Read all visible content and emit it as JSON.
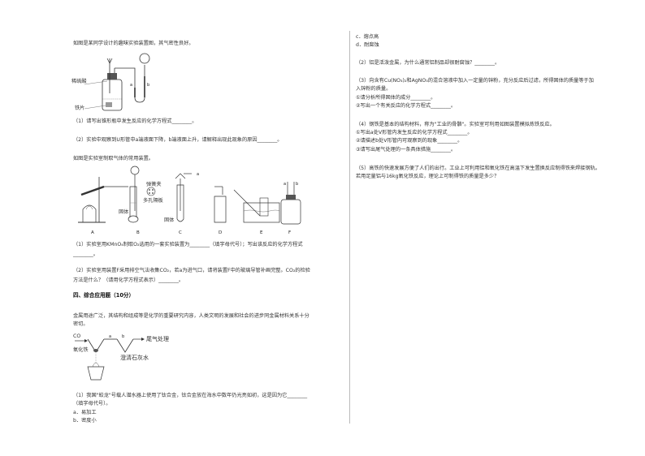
{
  "left": {
    "intro1": "如图是某同学设计的趣味实验装置图，其气密性良好。",
    "fig1": {
      "label_acid": "稀硫酸",
      "label_iron": "铁片",
      "label_a": "a",
      "label_b": "b"
    },
    "q1": "（1）请写出锥形瓶中发生反应的化学方程式________。",
    "q2": "（2）实验中观察到U形管中a端液面下降，b端液面上升，请解释出现此现象的原因________。",
    "intro2": "如图是实验室制取气体的常用装置。",
    "fig2": {
      "label_clamp": "弹簧夹",
      "label_plate": "多孔隔板",
      "label_solid": "固体",
      "label_solid2": "固体",
      "label_a": "a",
      "label_b": "b",
      "letters": [
        "A",
        "B",
        "C",
        "D",
        "E",
        "F"
      ]
    },
    "q3_line1": "（1）实验室用KMnO₄制取O₂选用的一套实验装置为________（填字母代号）；写出该反应的化学方程式",
    "q3_line2": "________。",
    "q4_line1": "（2）实验室用装置F采用排空气法收集CO₂，若a为进气口，请将装置F中的玻璃导管补画完整。CO₂的检验",
    "q4_line2": "方法是什么？（请用化学方程式表示）________。",
    "section": "四、综合应用题（10分）",
    "intro3_line1": "金属用途广泛，其结构和组成等是化学的重要研究内容，人类文明的发展和社会的进步同金属材料关系十分",
    "intro3_line2": "密切。",
    "fig3": {
      "label_co": "CO",
      "label_oxide": "氧化铁",
      "label_tail": "尾气处理",
      "label_lime": "澄清石灰水",
      "label_a": "a",
      "label_b": "b"
    },
    "q5_line1": "（1）我国\"蛟龙\"号载人潜水器上使用了钛合金，钛合金放在海水中数年仍光亮如初，这是因为它________",
    "q5_line2": "（填字母代号）。",
    "opt_a": "a．易加工",
    "opt_b": "b．密度小"
  },
  "right": {
    "opt_c": "c．熔点高",
    "opt_d": "d．耐腐蚀",
    "q6": "（2）铝是活泼金属，为什么通常铝制品却很耐腐蚀？________。",
    "q7_line1": "（3）向含有Cu(NO₃)₂和AgNO₃的混合溶液中加入一定量的锌粉，充分反应后过滤，所得固体的质量等于加",
    "q7_line2": "入锌粉的质量。",
    "q7_sub1": "①请分析所得固体的成分________。",
    "q7_sub2": "②写出一个有关反应的化学方程式________。",
    "q8_line1": "（4）钢铁是基本的结构材料，称为\"工业的骨骼\"。实验室可利用如图装置模拟炼铁反应。",
    "q8_sub1": "①写出a处V形管内发生反应的化学方程式________。",
    "q8_sub2": "②请描述b处V形管内可观察到的现象________。",
    "q8_sub3": "③请写出尾气处理的一条具体措施________。",
    "q9_line1": "（5）高铁的快速发展方便了人们的出行。工业上可利用铝和氧化铁在高温下发生置换反应制得铁来焊接钢轨。",
    "q9_line2": "若用足量铝与16kg氧化铁反应，理论上可制得铁的质量是多少？"
  }
}
